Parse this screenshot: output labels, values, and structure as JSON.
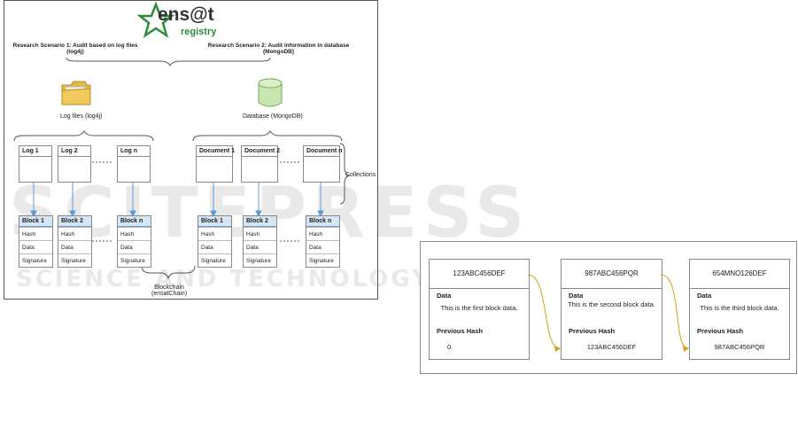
{
  "watermark": {
    "line1": "SCITEPRESS",
    "line2": "SCIENCE AND TECHNOLOGY PUBLICATIONS"
  },
  "logo": {
    "name": "ens@t",
    "sub": "registry"
  },
  "left_diagram": {
    "scenario1": "Research Scenario 1: Audit based on log files (log4j)",
    "scenario2": "Research Scenario 2: Audit information in database (MongoDB)",
    "logfiles_label": "Log files (log4j)",
    "database_label": "Database (MongoDB)",
    "collections_label": "Collections",
    "logs": [
      "Log 1",
      "Log 2",
      "Log n"
    ],
    "documents": [
      "Document 1",
      "Document 2",
      "Document n"
    ],
    "blocks": [
      "Block 1",
      "Block 2",
      "Block n",
      "Block 1",
      "Block 2",
      "Block n"
    ],
    "block_fields": [
      "Hash",
      "Data",
      "Signature"
    ],
    "blockchain_label": "Blockchain (ensatChain)"
  },
  "chain_diagram": {
    "blocks": [
      {
        "hash": "123ABC456DEF",
        "data_label": "Data",
        "data": "This is the first block data.",
        "prev_label": "Previous Hash",
        "prev": "0"
      },
      {
        "hash": "987ABC456PQR",
        "data_label": "Data",
        "data": "This is the second block data.",
        "prev_label": "Previous Hash",
        "prev": "123ABC456DEF"
      },
      {
        "hash": "654MNO126DEF",
        "data_label": "Data",
        "data": "This is the third block data.",
        "prev_label": "Previous Hash",
        "prev": "987ABC456PQR"
      }
    ]
  },
  "colors": {
    "arrow_blue": "#5b9bd5",
    "arrow_gold": "#d4a017",
    "header_blue": "#d6e6f5"
  }
}
